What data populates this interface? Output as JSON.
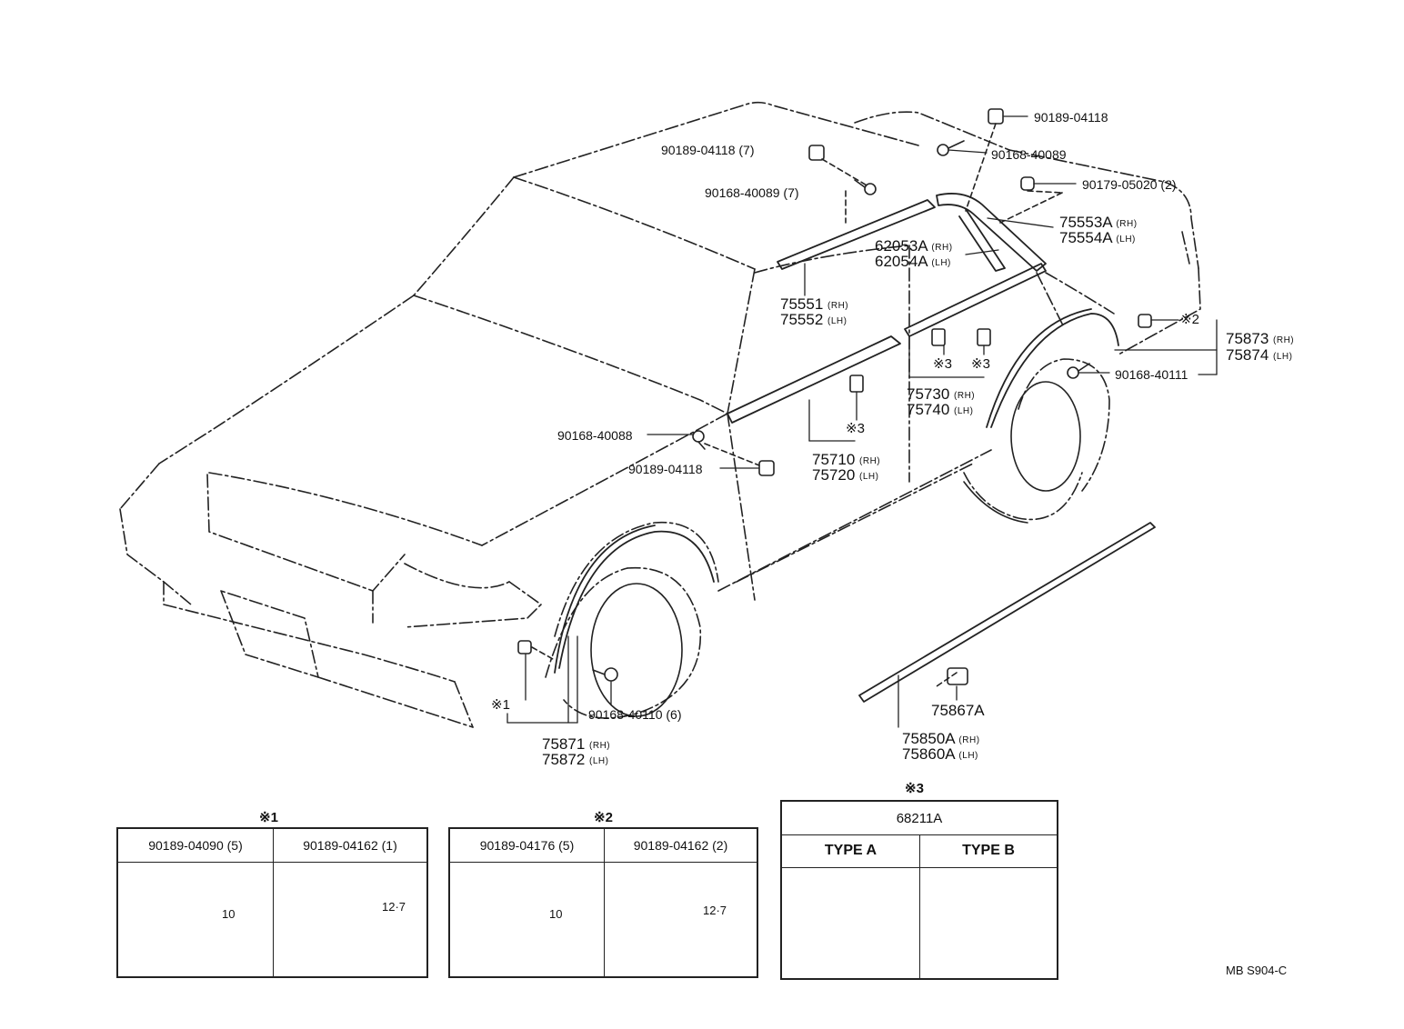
{
  "drawing_code": "MB  S904-C",
  "side_marks": {
    "rh": "(RH)",
    "lh": "(LH)"
  },
  "callouts": {
    "c_90189_04118_top": "90189-04118",
    "c_90168_40089_top": "90168-40089",
    "c_90179_05020": "90179-05020 (2)",
    "c_90189_04118_roof": "90189-04118 (7)",
    "c_90168_40089_roof": "90168-40089 (7)",
    "c_75553A": "75553A",
    "c_75554A": "75554A",
    "c_62053A": "62053A",
    "c_62054A": "62054A",
    "c_75551": "75551",
    "c_75552": "75552",
    "c_75873": "75873",
    "c_75874": "75874",
    "c_90168_40111": "90168-40111",
    "c_75730": "75730",
    "c_75740": "75740",
    "c_75710": "75710",
    "c_75720": "75720",
    "c_90168_40088": "90168-40088",
    "c_90189_04118_front": "90189-04118",
    "c_90168_40110": "90168-40110 (6)",
    "c_75871": "75871",
    "c_75872": "75872",
    "c_75867A": "75867A",
    "c_75850A": "75850A",
    "c_75860A": "75860A"
  },
  "notes": {
    "mark": "※",
    "n1": "1",
    "n2": "2",
    "n3": "3"
  },
  "tables": {
    "t1": {
      "title_num": "1",
      "col1": {
        "part": "90189-04090 (5)",
        "dim": "10"
      },
      "col2": {
        "part": "90189-04162 (1)",
        "dim": "12·7"
      }
    },
    "t2": {
      "title_num": "2",
      "col1": {
        "part": "90189-04176 (5)",
        "dim": "10"
      },
      "col2": {
        "part": "90189-04162 (2)",
        "dim": "12·7"
      }
    },
    "t3": {
      "title_num": "3",
      "part": "68211A",
      "col1": {
        "type": "TYPE A"
      },
      "col2": {
        "type": "TYPE B"
      }
    }
  }
}
